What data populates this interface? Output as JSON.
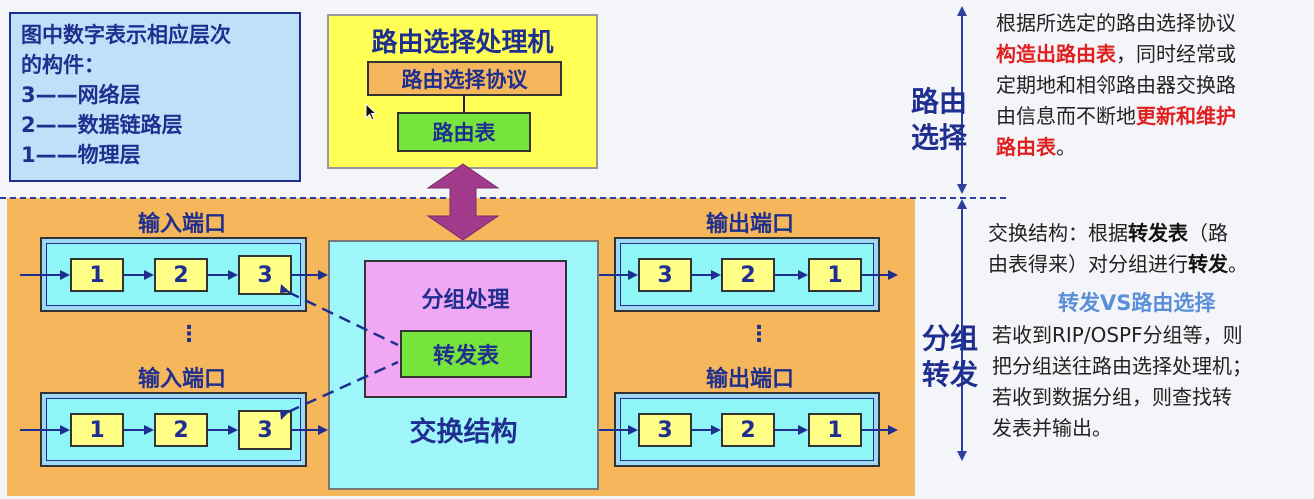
{
  "legend": {
    "line1": "图中数字表示相应层次",
    "line2": "的构件：",
    "line3": "3——网络层",
    "line4": "2——数据链路层",
    "line5": "1——物理层"
  },
  "processor": {
    "title": "路由选择处理机",
    "protocol": "路由选择协议",
    "routing_table": "路由表"
  },
  "input_port": {
    "title": "输入端口",
    "cells": [
      "1",
      "2",
      "3"
    ]
  },
  "output_port": {
    "title": "输出端口",
    "cells": [
      "3",
      "2",
      "1"
    ]
  },
  "ellipsis": "⋮",
  "switch": {
    "label": "交换结构",
    "packet_label": "分组处理",
    "forwarding_table": "转发表"
  },
  "side": {
    "routing": [
      "路由",
      "选择"
    ],
    "forwarding": [
      "分组",
      "转发"
    ]
  },
  "note_top": {
    "p1": "根据所选定的路由选择协议",
    "p2_red": "构造出路由表",
    "p2_rest": "，同时经常或",
    "p3": "定期地和相邻路由器交换路",
    "p4_pre": "由信息而不断地",
    "p4_red": "更新和维护",
    "p5_red": "路由表",
    "p5_rest": "。"
  },
  "note_mid": {
    "p1_pre": "交换结构：根据",
    "p1_bold": "转发表",
    "p1_post": "（路",
    "p2_pre": "由表得来）对分组进行",
    "p2_bold": "转发",
    "p2_post": "。"
  },
  "vs_label": "转发VS路由选择",
  "note_bottom": {
    "p1": "若收到RIP/OSPF分组等，则",
    "p2": "把分组送往路由选择处理机；",
    "p3": "若收到数据分组，则查找转",
    "p4": "发表并输出。"
  },
  "colors": {
    "navy": "#1f2f8f",
    "orange": "#f6b65b",
    "yellow": "#ffff55",
    "green": "#77e33d",
    "cyan": "#8ff6f8",
    "pink": "#f0a8f5",
    "purple_arrow": "#a23a8c",
    "red": "#e02020"
  }
}
